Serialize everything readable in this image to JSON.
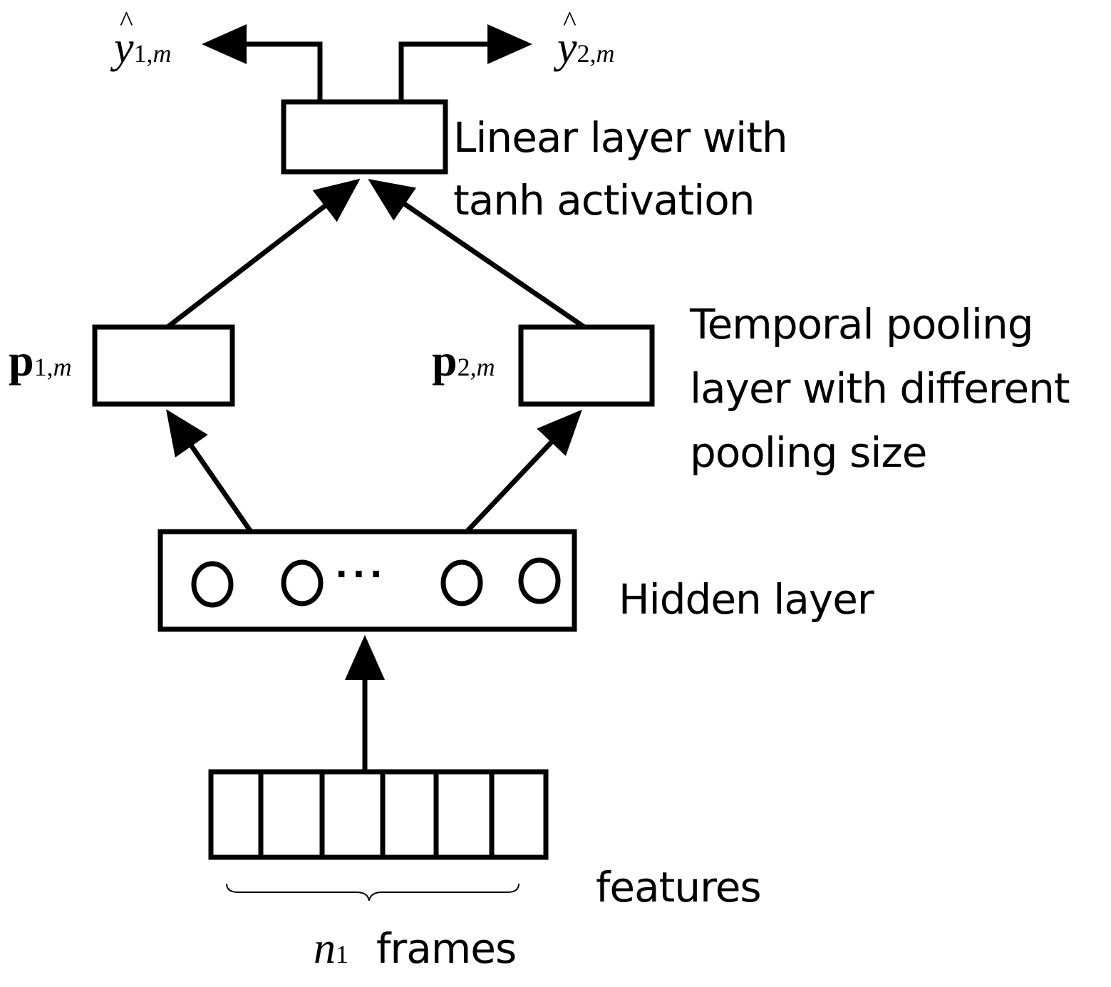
{
  "labels": {
    "linear_line1": "Linear layer with",
    "linear_line2": "tanh activation",
    "pool_line1": "Temporal pooling",
    "pool_line2": "layer with different",
    "pool_line3": "pooling size",
    "hidden": "Hidden layer",
    "features": "features",
    "frames": "frames"
  },
  "math": {
    "y_symbol": "y",
    "y1_sub_num": "1,",
    "y1_sub_var": "m",
    "y2_sub_num": "2,",
    "y2_sub_var": "m",
    "p_symbol": "p",
    "p1_sub_num": "1,",
    "p1_sub_var": "m",
    "p2_sub_num": "2,",
    "p2_sub_var": "m",
    "n_symbol": "n",
    "n_sub": "1",
    "hat": "^",
    "dots": "···"
  },
  "colors": {
    "stroke": "#000000",
    "background": "#ffffff"
  }
}
